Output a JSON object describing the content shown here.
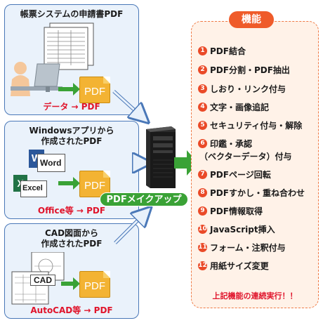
{
  "panels": [
    {
      "title": "帳票システムの申請書PDF",
      "caption": "データ → PDF",
      "pdf_label": "PDF"
    },
    {
      "title_lines": [
        "Windowsアプリから",
        "作成されたPDF"
      ],
      "caption": "Office等 → PDF",
      "pdf_label": "PDF",
      "word_label": "Word",
      "excel_label": "Excel"
    },
    {
      "title_lines": [
        "CAD図面から",
        "作成されたPDF"
      ],
      "caption": "AutoCAD等 → PDF",
      "pdf_label": "PDF",
      "cad_label": "CAD"
    }
  ],
  "center": {
    "label": "PDFメイクアップ"
  },
  "functions": {
    "title": "機能",
    "items": [
      {
        "num": "1",
        "label": "PDF結合"
      },
      {
        "num": "2",
        "label": "PDF分割・PDF抽出"
      },
      {
        "num": "3",
        "label": "しおり・リンク付与"
      },
      {
        "num": "4",
        "label": "文字・画像追記"
      },
      {
        "num": "5",
        "label": "セキュリティ付与・解除"
      },
      {
        "num": "6",
        "label": "印鑑・承認",
        "cont": "（ベクターデータ）付与"
      },
      {
        "num": "7",
        "label": "PDFページ回転"
      },
      {
        "num": "8",
        "label": "PDFすかし・重ね合わせ"
      },
      {
        "num": "9",
        "label": "PDF情報取得"
      },
      {
        "num": "10",
        "label": "JavaScript挿入"
      },
      {
        "num": "11",
        "label": "フォーム・注釈付与"
      },
      {
        "num": "12",
        "label": "用紙サイズ変更"
      }
    ],
    "footer": "上記機能の連続実行！！"
  },
  "colors": {
    "panel_border": "#4a78b8",
    "panel_fill": "#eaf2fb",
    "accent_red": "#e0142b",
    "func_orange": "#ef5b2a",
    "arrow_green": "#3aa236",
    "pdf_gold": "#f3b333"
  }
}
